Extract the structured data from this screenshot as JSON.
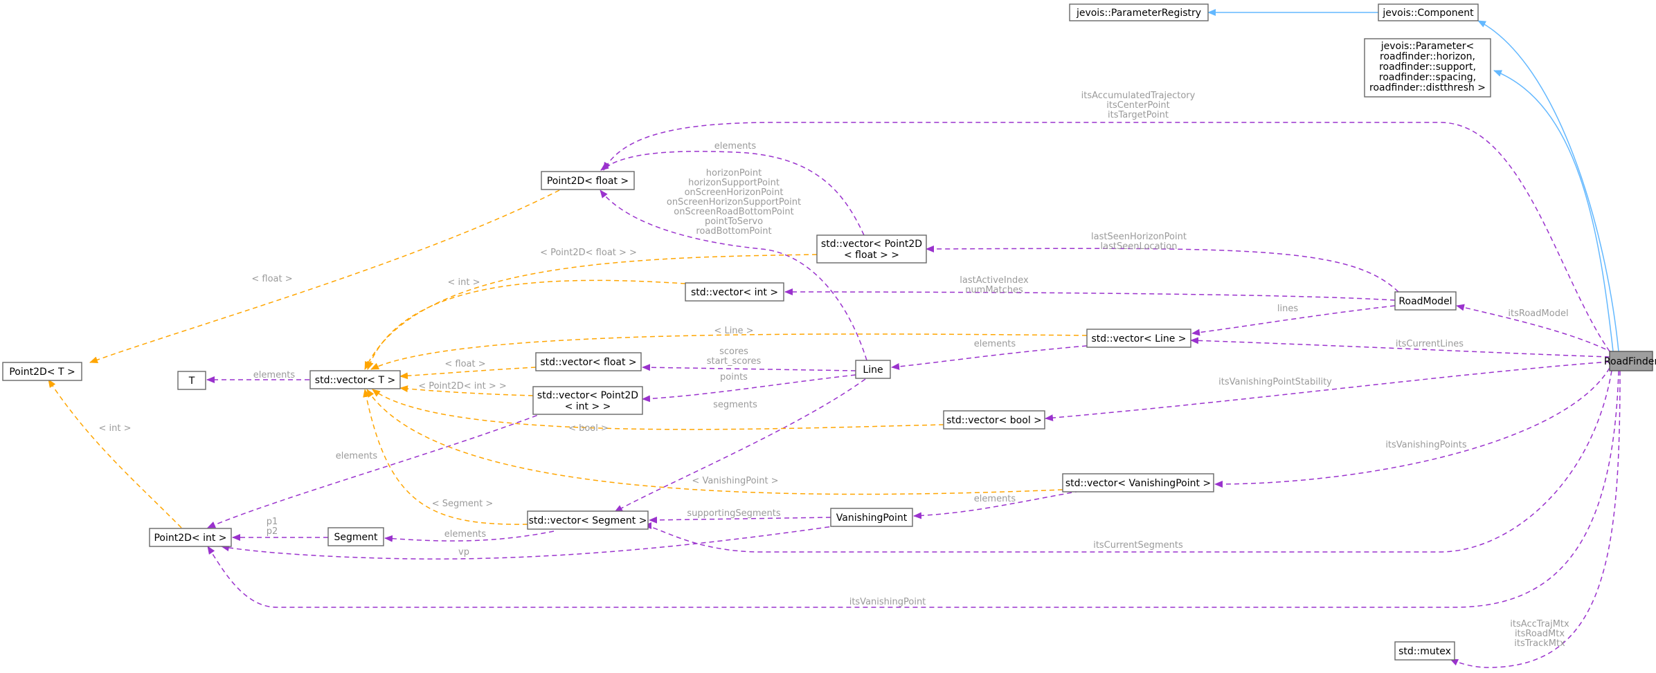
{
  "nodes": {
    "jevois_parameter_registry": [
      "jevois::ParameterRegistry"
    ],
    "jevois_component": [
      "jevois::Component"
    ],
    "jevois_parameter": [
      "jevois::Parameter<",
      "roadfinder::horizon,",
      "roadfinder::support,",
      "roadfinder::spacing,",
      "roadfinder::distthresh >"
    ],
    "point2d_float": [
      "Point2D< float >"
    ],
    "vector_point2d_float": [
      "std::vector< Point2D",
      "< float > >"
    ],
    "vector_int": [
      "std::vector< int >"
    ],
    "road_model": [
      "RoadModel"
    ],
    "vector_line": [
      "std::vector< Line >"
    ],
    "road_finder": [
      "RoadFinder"
    ],
    "point2d_t": [
      "Point2D< T >"
    ],
    "t_param": [
      "T"
    ],
    "vector_t": [
      "std::vector< T >"
    ],
    "vector_float": [
      "std::vector< float >"
    ],
    "line": [
      "Line"
    ],
    "vector_point2d_int": [
      "std::vector< Point2D",
      "< int > >"
    ],
    "vector_bool": [
      "std::vector< bool >"
    ],
    "vector_vanishing_point": [
      "std::vector< VanishingPoint >"
    ],
    "vanishing_point": [
      "VanishingPoint"
    ],
    "vector_segment": [
      "std::vector< Segment >"
    ],
    "segment": [
      "Segment"
    ],
    "point2d_int": [
      "Point2D< int >"
    ],
    "std_mutex": [
      "std::mutex"
    ]
  },
  "edge_labels": {
    "accumulated_trajectory": [
      "itsAccumulatedTrajectory",
      "itsCenterPoint",
      "itsTargetPoint"
    ],
    "elements_point2d_float": [
      "elements"
    ],
    "line_points": [
      "horizonPoint",
      "horizonSupportPoint",
      "onScreenHorizonPoint",
      "onScreenHorizonSupportPoint",
      "onScreenRoadBottomPoint",
      "pointToServo",
      "roadBottomPoint"
    ],
    "last_seen": [
      "lastSeenHorizonPoint",
      "lastSeenLocation"
    ],
    "templ_point2d_float": [
      "< Point2D< float > >"
    ],
    "templ_float_t": [
      "< float >"
    ],
    "templ_int": [
      "< int >"
    ],
    "last_active": [
      "lastActiveIndex",
      "numMatches"
    ],
    "lines": [
      "lines"
    ],
    "its_road_model": [
      "itsRoadModel"
    ],
    "templ_line": [
      "< Line >"
    ],
    "elements_line": [
      "elements"
    ],
    "its_current_lines": [
      "itsCurrentLines"
    ],
    "elements_t": [
      "elements"
    ],
    "templ_float": [
      "< float >"
    ],
    "scores": [
      "scores",
      "start_scores"
    ],
    "points": [
      "points"
    ],
    "templ_point2d_int": [
      "< Point2D< int > >"
    ],
    "its_vp_stability": [
      "itsVanishingPointStability"
    ],
    "templ_int_point": [
      "< int >"
    ],
    "segments": [
      "segments"
    ],
    "templ_bool": [
      "< bool >"
    ],
    "elements_point2d_int": [
      "elements"
    ],
    "its_vanishing_points": [
      "itsVanishingPoints"
    ],
    "templ_vanishing_point": [
      "< VanishingPoint >"
    ],
    "elements_vp": [
      "elements"
    ],
    "templ_segment": [
      "< Segment >"
    ],
    "supporting_segments": [
      "supportingSegments"
    ],
    "p1p2": [
      "p1",
      "p2"
    ],
    "elements_segment": [
      "elements"
    ],
    "vp": [
      "vp"
    ],
    "its_current_segments": [
      "itsCurrentSegments"
    ],
    "its_vanishing_point": [
      "itsVanishingPoint"
    ],
    "mutexes": [
      "itsAccTrajMtx",
      "itsRoadMtx",
      "itsTrackMtx"
    ]
  }
}
